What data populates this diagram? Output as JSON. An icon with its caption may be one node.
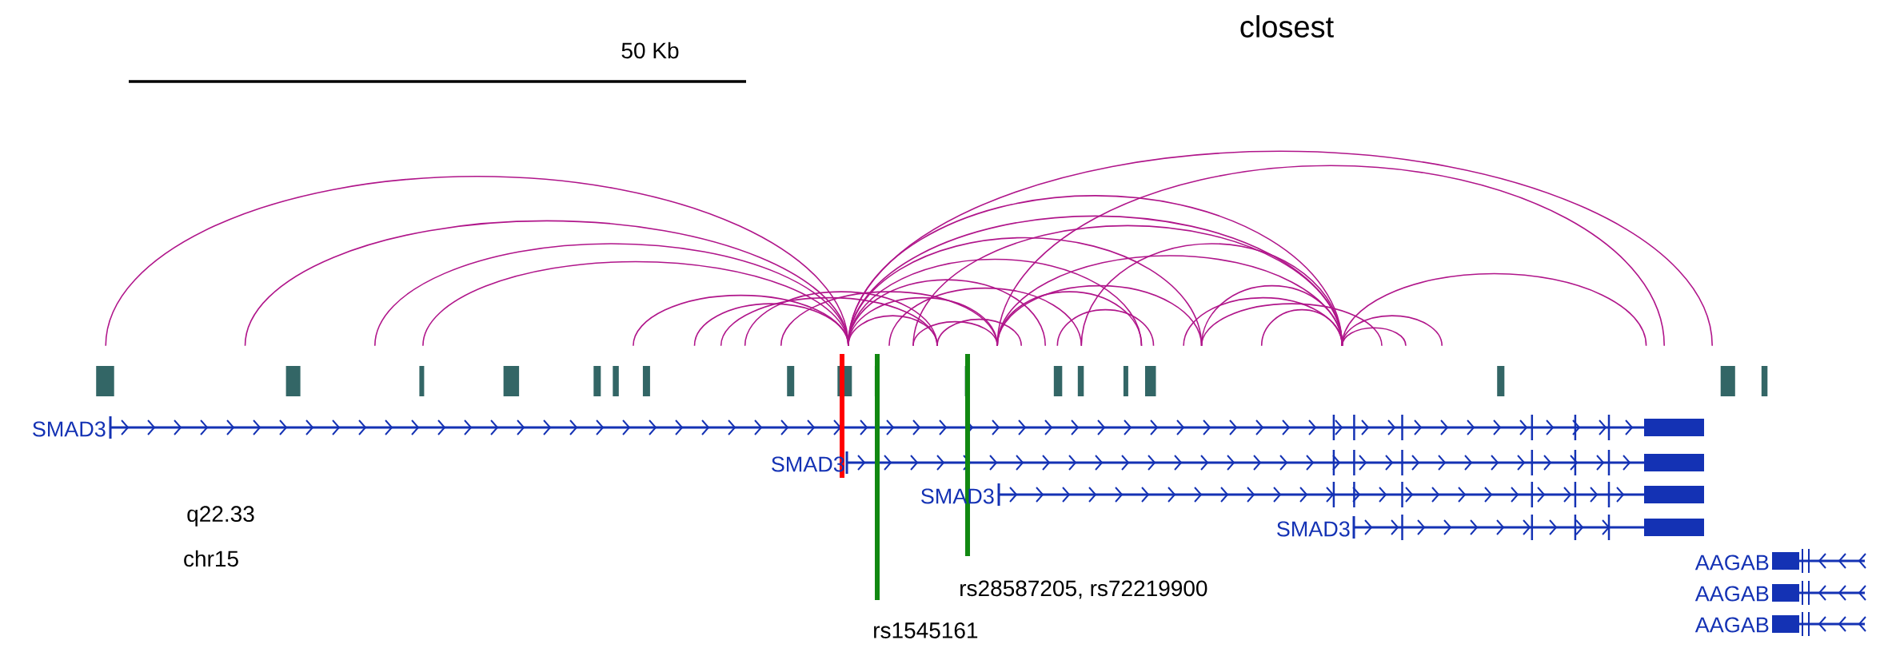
{
  "diagram": {
    "labels": [
      "50 Kb",
      "closest",
      "SMAD3",
      "SMAD3",
      "SMAD3",
      "SMAD3",
      "q22.33",
      "chr15",
      "AAGAB",
      "rs28587205, rs72219900",
      "AAGAB",
      "AAGAB",
      "rs1545161"
    ]
  }
}
